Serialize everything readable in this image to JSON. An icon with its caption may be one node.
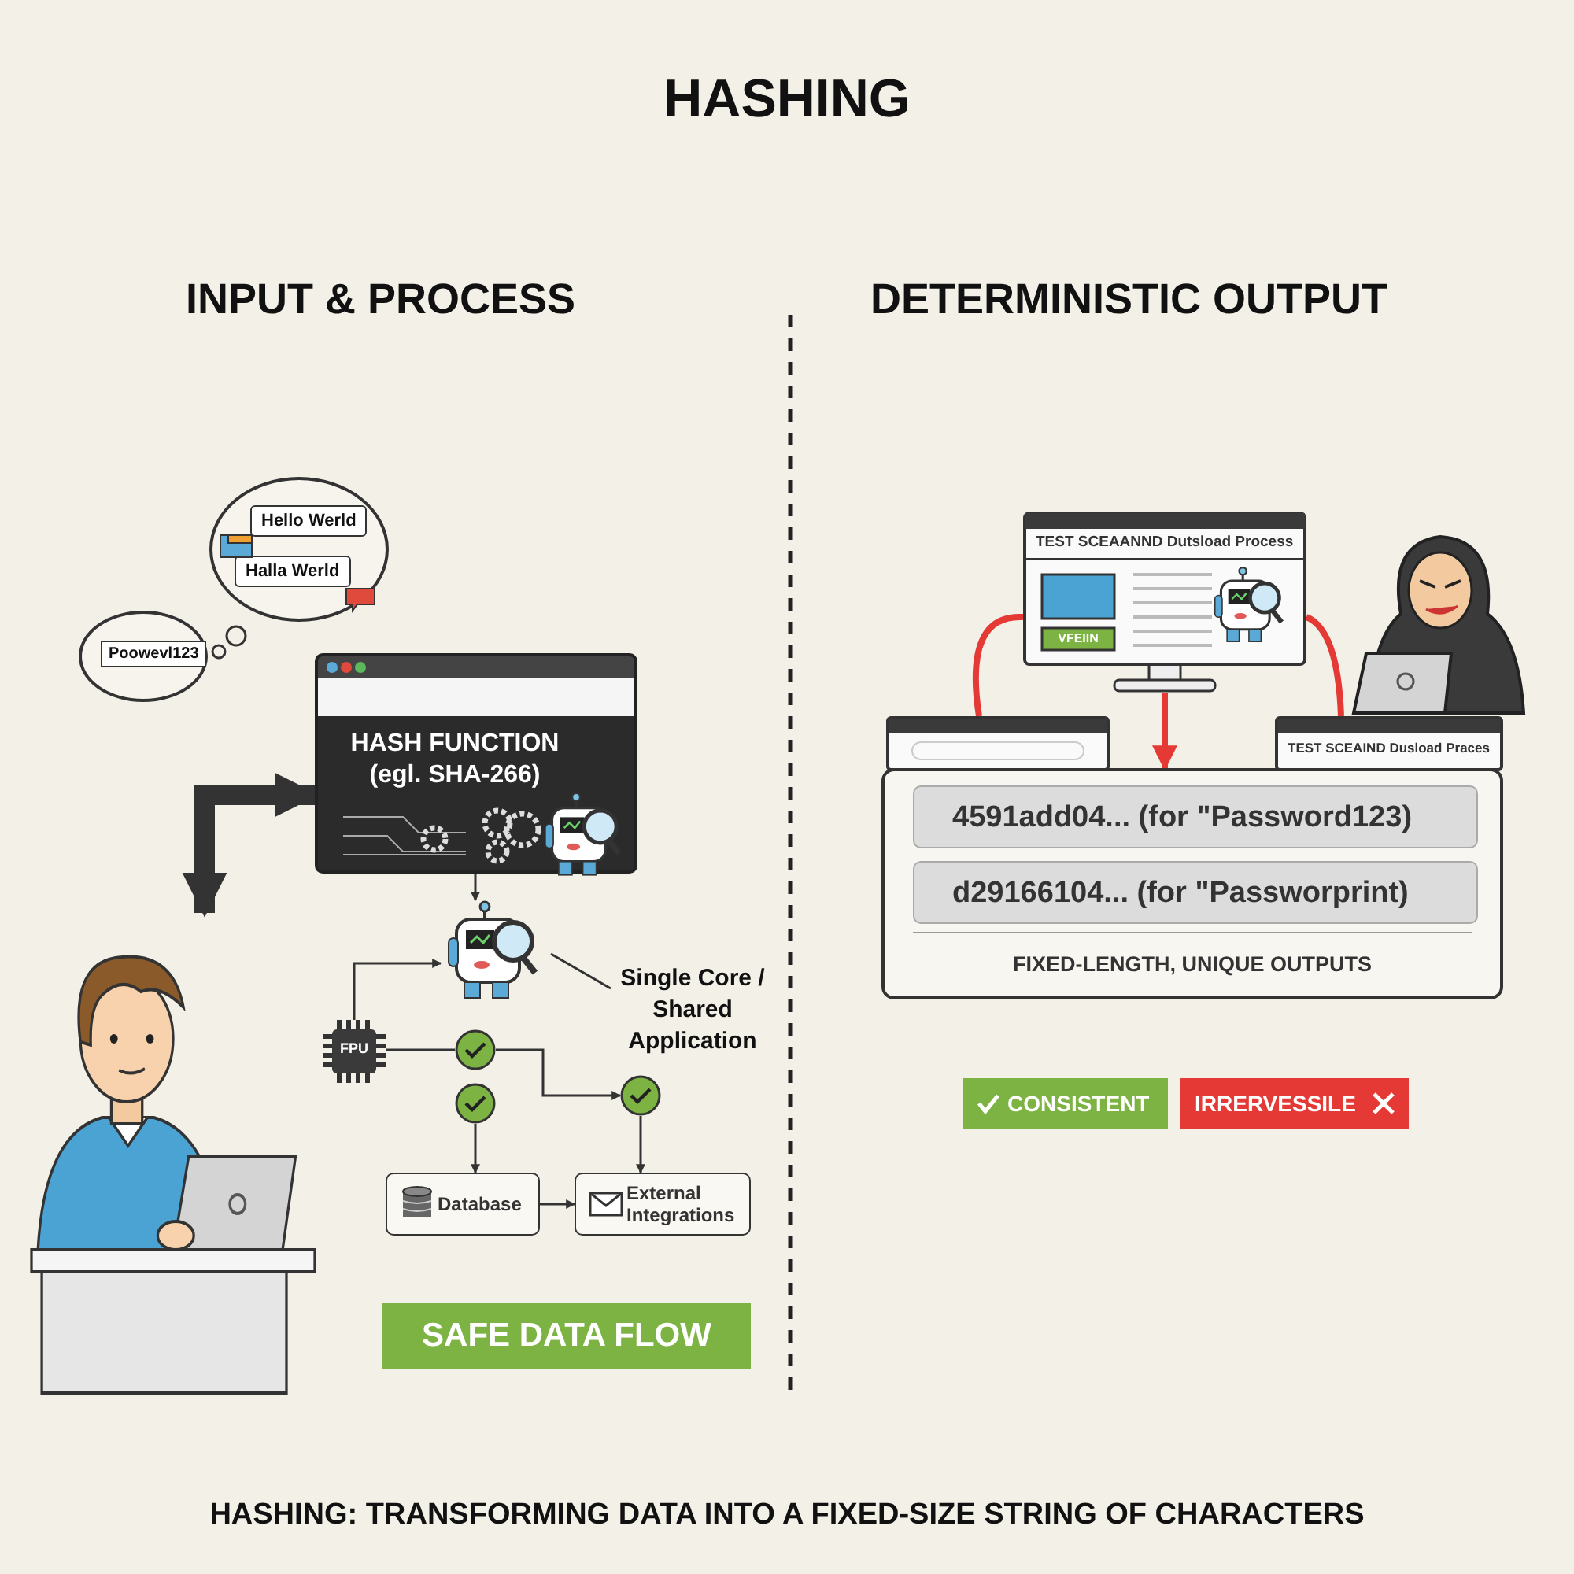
{
  "diagram": {
    "title": "HASHING",
    "caption": "HASHING: TRANSFORMING DATA INTO A FIXED-SIZE STRING OF CHARACTERS",
    "nodes": [
      {
        "text": [
          "Hello Werld",
          "Halla Werld"
        ]
      },
      {
        "text": [
          "Poowevl123"
        ]
      },
      {
        "text": [
          "HASH FUNCTION (egl. SHA-266)"
        ]
      },
      {
        "text": [],
        "shape": "picture"
      },
      {
        "text": [
          "FPU"
        ]
      },
      {
        "text": [],
        "shape": "circle"
      },
      {
        "text": [],
        "shape": "circle"
      },
      {
        "text": [],
        "shape": "circle"
      },
      {
        "text": [
          "Database"
        ]
      },
      {
        "text": [
          "External Integrations"
        ]
      },
      {
        "text": [
          "Single Core / Shared Application"
        ]
      },
      {
        "text": [],
        "shape": "picture"
      },
      {
        "text": [
          "SAFE DATA FLOW"
        ]
      },
      {
        "text": [
          "TEST SCEAANND Dutsload Process",
          "VFEIIN"
        ]
      },
      {
        "text": [],
        "shape": "picture"
      },
      {
        "text": [],
        "shape": "box"
      },
      {
        "text": [
          "TEST SCEAIND Dusload Praces"
        ]
      },
      {
        "text": [
          "FIXED-LENGTH, UNIQUE OUTPUTS"
        ]
      },
      {
        "text": [
          "4591add04... (for \"Password123)"
        ],
        "in": 17
      },
      {
        "text": [
          "d29166104... (for \"Passworprint)"
        ],
        "in": 17
      },
      {
        "text": [
          "CONSISTENT"
        ]
      },
      {
        "text": [
          "IRRERVESSILE"
        ]
      }
    ],
    "edges": [
      {
        "from": 11,
        "to": 2,
        "arrow": "both",
        "style": "thick"
      },
      {
        "from": 2,
        "to": 3,
        "arrow": "to"
      },
      {
        "from": 4,
        "to": 3,
        "arrow": "to"
      },
      {
        "from": 4,
        "to": 5,
        "arrow": "none"
      },
      {
        "from": 5,
        "to": 7,
        "arrow": "to"
      },
      {
        "from": 6,
        "to": 8,
        "arrow": "to"
      },
      {
        "from": 7,
        "to": 9,
        "arrow": "to"
      },
      {
        "from": 8,
        "to": 9,
        "arrow": "to"
      },
      {
        "from": 10,
        "to": 3,
        "arrow": "none"
      },
      {
        "from": 15,
        "to": 13,
        "arrow": "none",
        "style": "thick",
        "color": "#e53935"
      },
      {
        "from": 13,
        "to": 16,
        "arrow": "none",
        "style": "thick",
        "color": "#e53935"
      },
      {
        "from": 13,
        "to": 17,
        "arrow": "to",
        "style": "thick",
        "color": "#e53935"
      }
    ],
    "labels": [
      "INPUT & PROCESS",
      "DETERMINISTIC OUTPUT"
    ]
  }
}
